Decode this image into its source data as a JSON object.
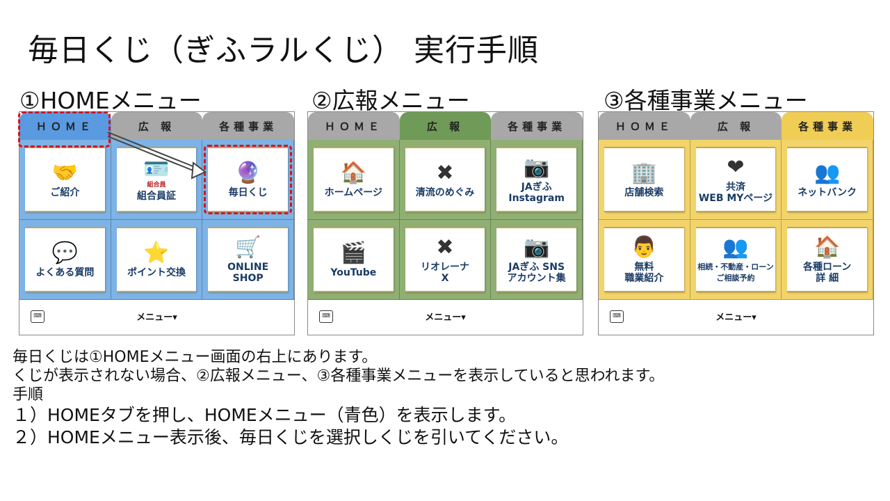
{
  "title": "毎日くじ（ぎふラルくじ） 実行手順",
  "panels": [
    {
      "label": "①HOMEメニュー",
      "tabs": [
        "ＨＯＭＥ",
        "広 報",
        "各種事業"
      ],
      "cells": [
        {
          "icon": "handshake-icon",
          "glyph": "🤝",
          "label": "ご紹介",
          "sub": ""
        },
        {
          "icon": "id-card-icon",
          "glyph": "🪪",
          "label": "組合員証",
          "sub": "組合員"
        },
        {
          "icon": "lottery-icon",
          "glyph": "🔮",
          "label": "毎日くじ",
          "sub": ""
        },
        {
          "icon": "faq-icon",
          "glyph": "💬",
          "label": "よくある質問",
          "sub": ""
        },
        {
          "icon": "star-icon",
          "glyph": "⭐",
          "label": "ポイント交換",
          "sub": ""
        },
        {
          "icon": "cart-icon",
          "glyph": "🛒",
          "label": "ONLINE\nSHOP",
          "sub": ""
        }
      ],
      "menu_label": "メニュー▾"
    },
    {
      "label": "②広報メニュー",
      "tabs": [
        "ＨＯＭＥ",
        "広 報",
        "各種事業"
      ],
      "cells": [
        {
          "icon": "home-icon",
          "glyph": "🏠",
          "label": "ホームページ",
          "sub": ""
        },
        {
          "icon": "x-logo-icon",
          "glyph": "✖",
          "label": "清流のめぐみ",
          "sub": ""
        },
        {
          "icon": "camera-icon",
          "glyph": "📷",
          "label": "JAぎふ\nInstagram",
          "sub": ""
        },
        {
          "icon": "clapperboard-icon",
          "glyph": "🎬",
          "label": "YouTube",
          "sub": ""
        },
        {
          "icon": "x-logo-icon",
          "glyph": "✖",
          "label": "リオレーナ\nX",
          "sub": ""
        },
        {
          "icon": "camera-icon",
          "glyph": "📷",
          "label": "JAぎふ SNS\nアカウント集",
          "sub": ""
        }
      ],
      "menu_label": "メニュー▾"
    },
    {
      "label": "③各種事業メニュー",
      "tabs": [
        "ＨＯＭＥ",
        "広 報",
        "各種事業"
      ],
      "cells": [
        {
          "icon": "building-icon",
          "glyph": "🏢",
          "label": "店舗検索",
          "sub": ""
        },
        {
          "icon": "heart-cross-icon",
          "glyph": "❤",
          "label": "共済\nWEB MYページ",
          "sub": ""
        },
        {
          "icon": "network-icon",
          "glyph": "👥",
          "label": "ネットバンク",
          "sub": ""
        },
        {
          "icon": "people-icon",
          "glyph": "👨",
          "label": "無料\n職業紹介",
          "sub": ""
        },
        {
          "icon": "consult-icon",
          "glyph": "👥",
          "label": "相続・不動産・ローン\nご相談予約",
          "sub": ""
        },
        {
          "icon": "percent-house-icon",
          "glyph": "🏠",
          "label": "各種ローン\n詳 細",
          "sub": ""
        }
      ],
      "menu_label": "メニュー▾"
    }
  ],
  "body": {
    "line1": "毎日くじは①HOMEメニュー画面の右上にあります。",
    "line2": "くじが表示されない場合、②広報メニュー、③各種事業メニューを表示していると思われます。",
    "line3": "手順",
    "step1": "１）HOMEタブを押し、HOMEメニュー（青色）を表示します。",
    "step2": "２）HOMEメニュー表示後、毎日くじを選択しくじを引いてください。"
  },
  "colors": {
    "home": "#5a9ae0",
    "pr": "#6f9a57",
    "business": "#f0cd55",
    "highlight": "#d4141c"
  }
}
